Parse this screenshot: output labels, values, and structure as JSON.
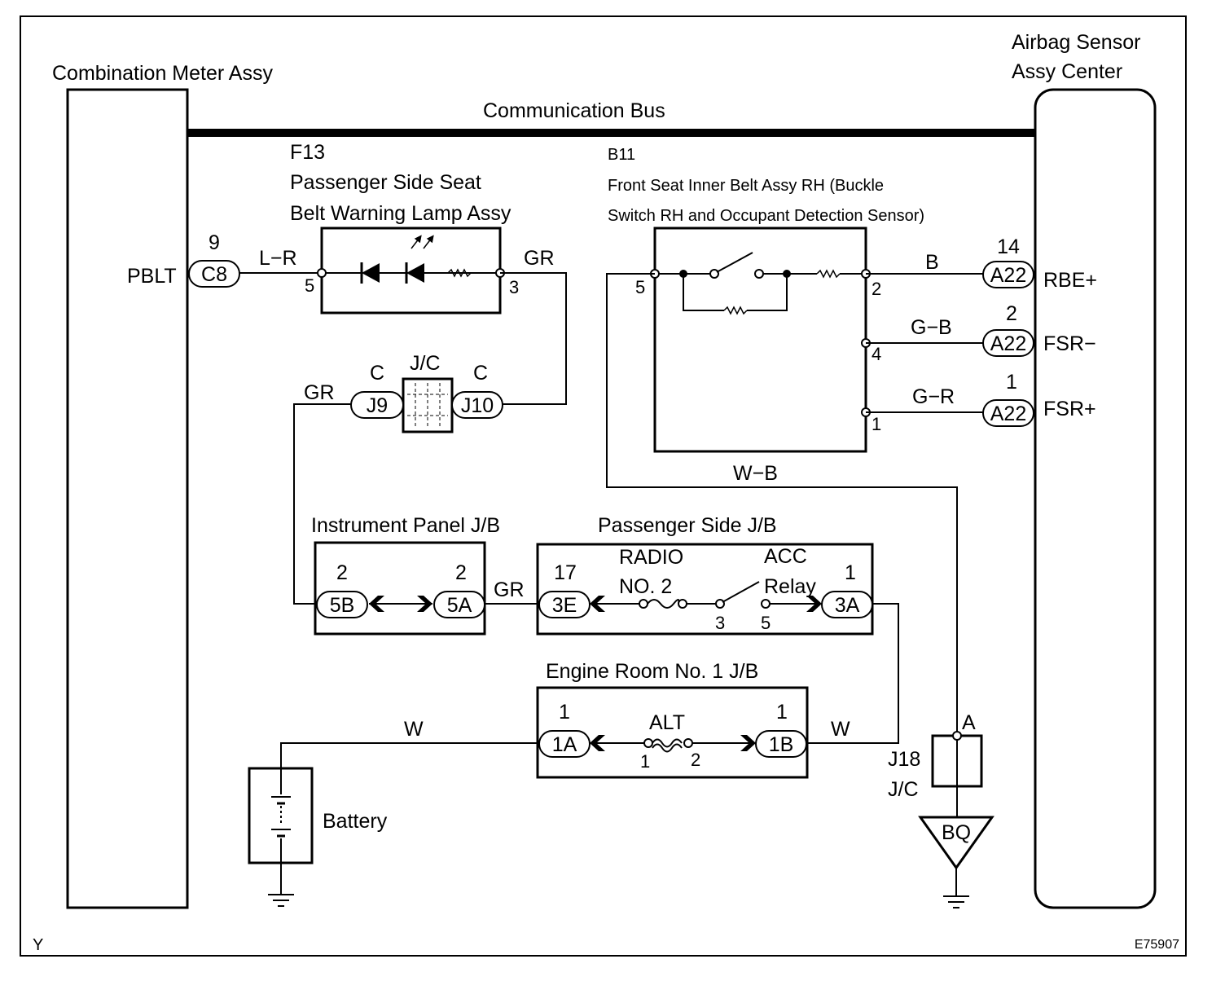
{
  "components": {
    "combination_meter": "Combination Meter Assy",
    "airbag_sensor_line1": "Airbag Sensor",
    "airbag_sensor_line2": "Assy Center",
    "communication_bus": "Communication Bus",
    "f13_code": "F13",
    "f13_line1": "Passenger Side Seat",
    "f13_line2": "Belt Warning Lamp Assy",
    "b11_code": "B11",
    "b11_line1": "Front Seat Inner Belt Assy RH (Buckle",
    "b11_line2": "Switch RH and Occupant  Detection Sensor)",
    "jc_top": "J/C",
    "instrument_panel_jb": "Instrument Panel J/B",
    "passenger_side_jb": "Passenger Side J/B",
    "engine_room_jb": "Engine Room No. 1 J/B",
    "battery": "Battery",
    "j18": "J18",
    "j18_jc": "J/C"
  },
  "terminals": {
    "pblt": "PBLT",
    "rbe_plus": "RBE+",
    "fsr_minus": "FSR−",
    "fsr_plus": "FSR+"
  },
  "connectors": {
    "c8": "C8",
    "c8_pin": "9",
    "j9": "J9",
    "j9_pin": "C",
    "j10": "J10",
    "j10_pin": "C",
    "a22_rbe": "A22",
    "a22_rbe_pin": "14",
    "a22_fsrm": "A22",
    "a22_fsrm_pin": "2",
    "a22_fsrp": "A22",
    "a22_fsrp_pin": "1",
    "c5b": "5B",
    "c5b_pin": "2",
    "c5a": "5A",
    "c5a_pin": "2",
    "c3e": "3E",
    "c3e_pin": "17",
    "c3a": "3A",
    "c3a_pin": "1",
    "c1a": "1A",
    "c1a_pin": "1",
    "c1b": "1B",
    "c1b_pin": "1",
    "bq": "BQ"
  },
  "pins": {
    "f13_left": "5",
    "f13_right": "3",
    "b11_left": "5",
    "b11_p2": "2",
    "b11_p4": "4",
    "b11_p1": "1",
    "relay_in": "3",
    "relay_out": "5",
    "alt_in": "1",
    "alt_out": "2",
    "j18_a": "A"
  },
  "wires": {
    "l_r": "L−R",
    "gr_f13": "GR",
    "gr_j9": "GR",
    "gr_5a": "GR",
    "b": "B",
    "g_b": "G−B",
    "g_r": "G−R",
    "w_b": "W−B",
    "w_batt": "W",
    "w_1b": "W"
  },
  "devices": {
    "radio_fuse_line1": "RADIO",
    "radio_fuse_line2": "NO. 2",
    "acc_relay_line1": "ACC",
    "acc_relay_line2": "Relay",
    "alt_fuse": "ALT"
  },
  "footer": {
    "left_mark": "Y",
    "figure_code": "E75907"
  }
}
